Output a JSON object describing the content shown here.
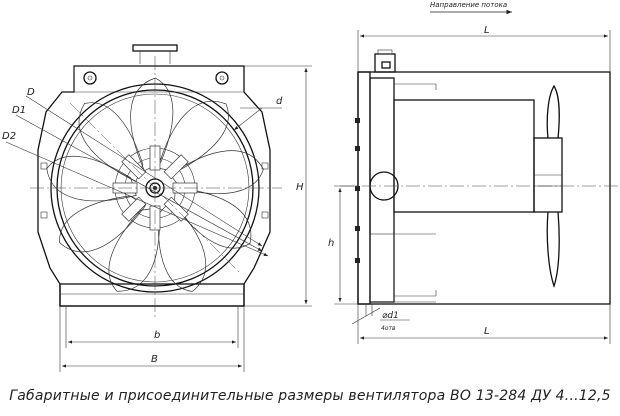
{
  "flow_direction_label": "Направление потока",
  "front_view": {
    "labels": {
      "D": "D",
      "D1": "D1",
      "D2": "D2",
      "d": "d",
      "H": "H",
      "b": "b",
      "B": "B"
    }
  },
  "side_view": {
    "labels": {
      "L_top": "L",
      "L_bottom": "L",
      "h": "h",
      "d1": "⌀d1",
      "holes": "4отв"
    }
  },
  "caption": "Габаритные и присоединительные размеры вентилятора ВО 13-284 ДУ  4...12,5"
}
